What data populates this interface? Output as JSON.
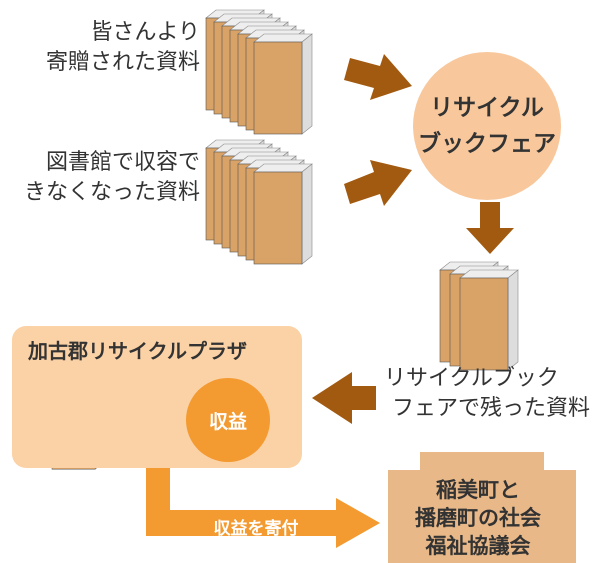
{
  "sources": {
    "donated": [
      "皆さんより",
      "寄贈された資料"
    ],
    "library": [
      "図書館で収容で",
      "きなくなった資料"
    ]
  },
  "fair": {
    "lines": [
      "リサイクル",
      "ブックフェア"
    ]
  },
  "leftover": {
    "lines": [
      "リサイクルブック",
      "フェアで残った資料"
    ]
  },
  "plaza": {
    "title": "加古郡リサイクルプラザ",
    "profit": "収益"
  },
  "donation": {
    "label": "収益を寄付"
  },
  "council": {
    "lines": [
      "稲美町と",
      "播磨町の社会",
      "福祉協議会"
    ]
  },
  "colors": {
    "arrow_brown": "#a25a10",
    "arrow_orange": "#f39a30",
    "fair_circle": "#f8c89c",
    "plaza_bg": "#fbd1a6",
    "council_bg": "#e8b888",
    "book_cover": "#d9a266"
  }
}
